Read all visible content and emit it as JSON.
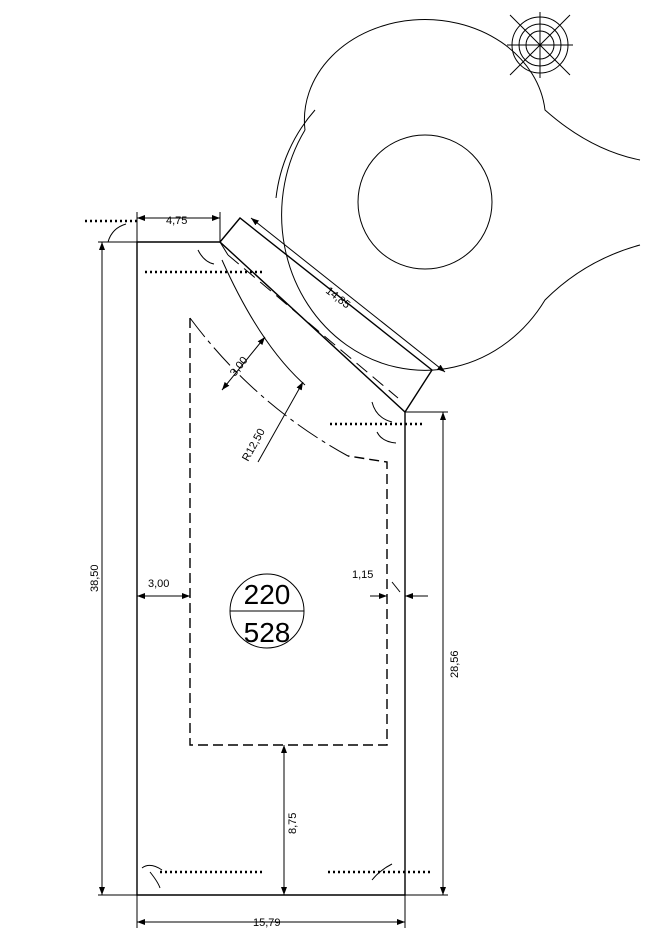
{
  "part": {
    "numerator": "220",
    "denominator": "528"
  },
  "dimensions": {
    "top_width": "4,75",
    "slant_length": "14,85",
    "wall_offset": "3,00",
    "radius": "R12,50",
    "left_height": "38,50",
    "left_offset": "3,00",
    "right_offset": "1,15",
    "right_height": "28,56",
    "bottom_offset": "8,75",
    "bottom_width": "15,79"
  },
  "symbol": {
    "name": "projection-target-symbol"
  }
}
